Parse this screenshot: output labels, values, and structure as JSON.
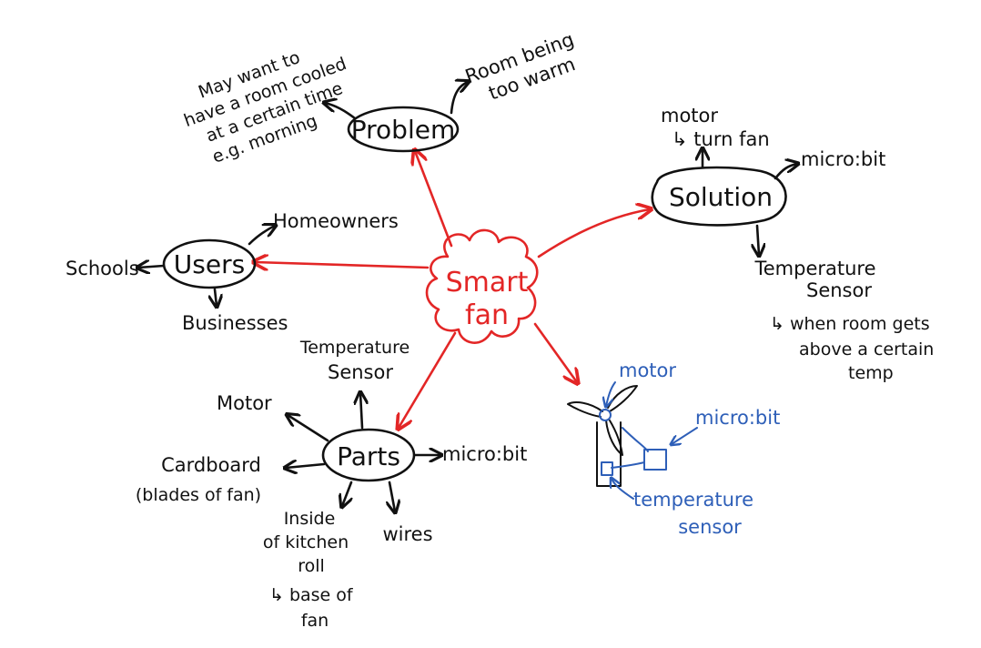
{
  "center": {
    "line1": "Smart",
    "line2": "fan"
  },
  "problem": {
    "label": "Problem",
    "right": {
      "line1": "Room being",
      "line2": "too warm"
    },
    "left": {
      "line1": "May want to",
      "line2": "have a room cooled",
      "line3": "at a certain time",
      "line4": "e.g. morning"
    }
  },
  "solution": {
    "label": "Solution",
    "motor": {
      "line1": "motor",
      "line2": "↳ turn fan"
    },
    "microbit": "micro:bit",
    "sensor": {
      "line1": "Temperature",
      "line2": "Sensor",
      "line3": "↳ when room gets",
      "line4": "above a certain",
      "line5": "temp"
    }
  },
  "users": {
    "label": "Users",
    "homeowners": "Homeowners",
    "schools": "Schools",
    "businesses": "Businesses"
  },
  "parts": {
    "label": "Parts",
    "sensor": {
      "line1": "Temperature",
      "line2": "Sensor"
    },
    "motor": "Motor",
    "cardboard": {
      "line1": "Cardboard",
      "line2": "(blades of fan)"
    },
    "microbit": "micro:bit",
    "kitchen": {
      "line1": "Inside",
      "line2": "of kitchen",
      "line3": "roll",
      "line4": "↳ base of",
      "line5": "fan"
    },
    "wires": "wires"
  },
  "sketch": {
    "motor": "motor",
    "microbit": "micro:bit",
    "sensor": {
      "line1": "temperature",
      "line2": "sensor"
    }
  },
  "colors": {
    "ink": "#111111",
    "accent": "#e32626",
    "sketch": "#2e5fb8"
  }
}
